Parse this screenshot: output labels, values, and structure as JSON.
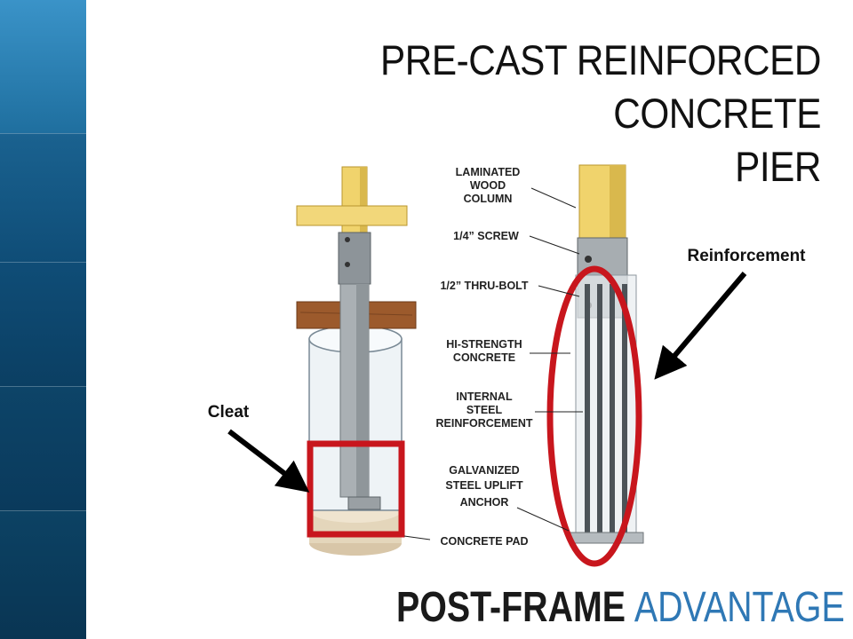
{
  "slide": {
    "title_line1": "PRE-CAST REINFORCED CONCRETE",
    "title_line2": "PIER"
  },
  "diagram": {
    "labels": [
      "LAMINATED",
      "WOOD",
      "COLUMN",
      "1/4” SCREW",
      "1/2” THRU-BOLT",
      "HI-STRENGTH",
      "CONCRETE",
      "INTERNAL",
      "STEEL",
      "REINFORCEMENT",
      "GALVANIZED",
      "STEEL UPLIFT",
      "ANCHOR",
      "CONCRETE PAD"
    ]
  },
  "annotations": {
    "reinforcement": "Reinforcement",
    "cleat": "Cleat"
  },
  "brand": {
    "part1": "POST-FRAME",
    "part2": "ADVANTAGE"
  },
  "colors": {
    "sidebar": "#0e4a72",
    "highlight": "#c8161d",
    "brand_blue": "#2f78b5"
  }
}
